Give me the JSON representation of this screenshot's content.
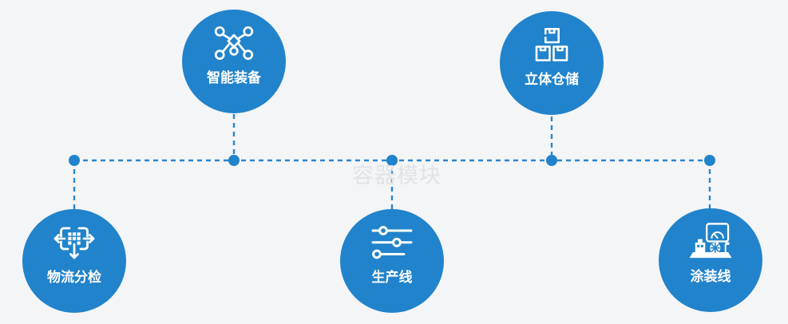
{
  "diagram": {
    "watermark": "容器模块",
    "nodes": [
      {
        "label": "智能装备",
        "icon": "network-nodes-icon",
        "position": "top-left"
      },
      {
        "label": "立体仓储",
        "icon": "stacked-boxes-icon",
        "position": "top-right"
      },
      {
        "label": "物流分检",
        "icon": "sort-distribute-icon",
        "position": "bottom-left"
      },
      {
        "label": "生产线",
        "icon": "sliders-icon",
        "position": "bottom-center"
      },
      {
        "label": "涂装线",
        "icon": "coating-machine-icon",
        "position": "bottom-right"
      }
    ],
    "colors": {
      "node_blue": "#2183cb",
      "connector_blue": "#2b86d0",
      "background": "#f4f5f6",
      "icon_color": "#ffffff",
      "watermark_color": "#e2e3e6"
    }
  }
}
